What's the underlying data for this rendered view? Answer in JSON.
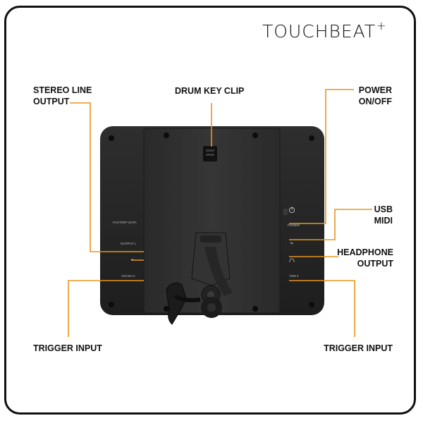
{
  "logo": {
    "name": "TOUCHBEAT",
    "plus": "+"
  },
  "labels": {
    "stereo_line_output": "STEREO LINE\nOUTPUT",
    "drum_key_clip": "DRUM KEY CLIP",
    "power": "POWER\nON/OFF",
    "usb_midi": "USB\nMIDI",
    "headphone_output": "HEADPHONE\nOUTPUT",
    "trigger_input_left": "TRIGGER INPUT",
    "trigger_input_right": "TRIGGER INPUT"
  },
  "device_text": {
    "factory_data": "FACTORY DATA",
    "output_l": "OUTPUT L",
    "output_r": "R",
    "crash2": "CRASH 2",
    "power": "POWER",
    "tom4": "TOM 4"
  },
  "colors": {
    "leader": "#e8951e",
    "device": "#262626",
    "bracket": "#323232",
    "frame": "#111111"
  }
}
